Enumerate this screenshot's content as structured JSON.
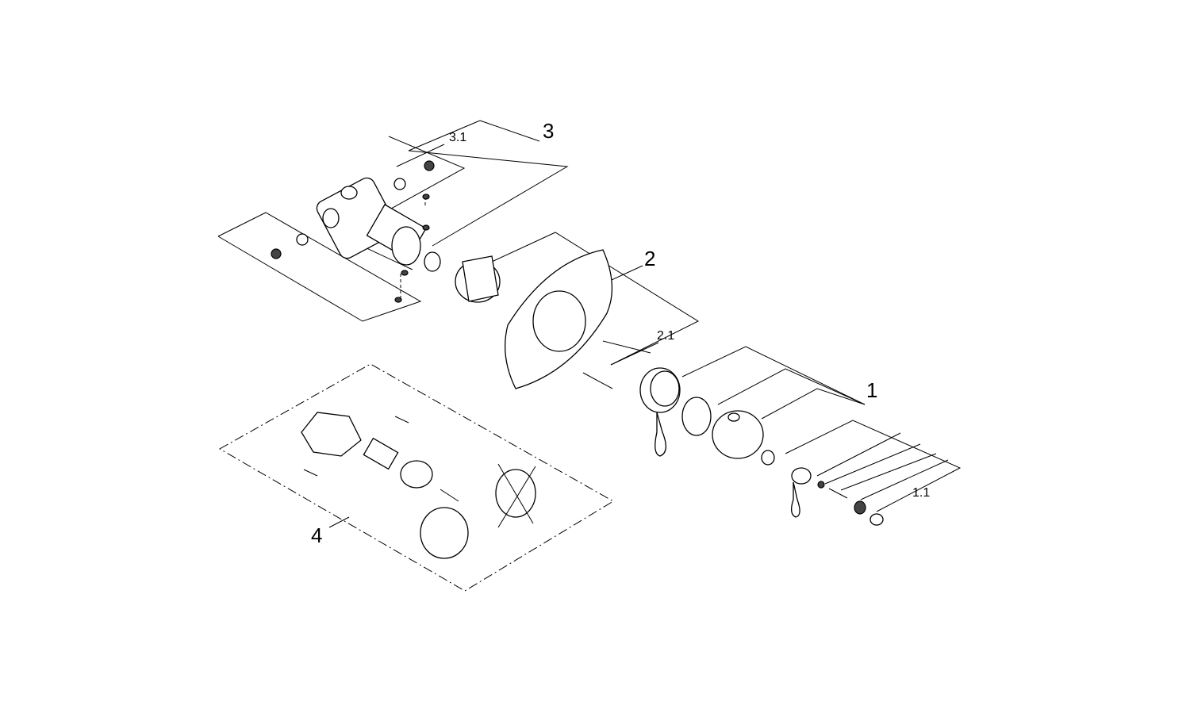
{
  "diagram": {
    "labels": {
      "part_1": "1",
      "part_1_1": "1.1",
      "part_2": "2",
      "part_2_1": "2.1",
      "part_3": "3",
      "part_3_1": "3.1",
      "part_4": "4"
    }
  }
}
